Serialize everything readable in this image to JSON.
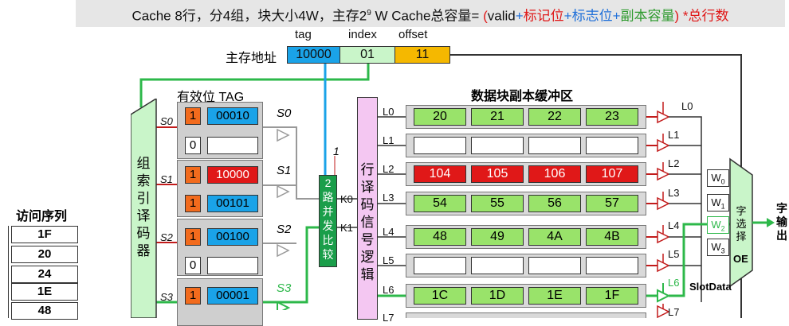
{
  "title": {
    "prefix": "Cache 8行，分4组，块大小4W，主存2",
    "exp": "9",
    "after_exp": " W    Cache总容量=  ",
    "lparen": "(",
    "valid": "valid",
    "plus1": "+",
    "mark": "标记位",
    "plus2": "+标志位+",
    "copy": "副本容量",
    "rparen": ")",
    "tail": " *总行数"
  },
  "address": {
    "label": "主存地址",
    "fields": [
      {
        "name": "tag",
        "value": "10000",
        "color": "#1aa3e8"
      },
      {
        "name": "index",
        "value": "01",
        "color": "#c9f5c9"
      },
      {
        "name": "offset",
        "value": "11",
        "color": "#f5b800"
      }
    ]
  },
  "tag_header": "有效位  TAG",
  "group_decoder": [
    "组",
    "索",
    "引",
    "译",
    "码",
    "器"
  ],
  "sets": [
    {
      "label": "S0",
      "sel": "S0",
      "lines": [
        {
          "valid": "1",
          "tag": "00010",
          "tag_color": "#1aa3e8"
        },
        {
          "valid": "0",
          "tag": "",
          "tag_color": "#ffffff"
        }
      ]
    },
    {
      "label": "S1",
      "sel": "S1",
      "lines": [
        {
          "valid": "1",
          "tag": "10000",
          "tag_color": "#e01818"
        },
        {
          "valid": "1",
          "tag": "00101",
          "tag_color": "#1aa3e8"
        }
      ]
    },
    {
      "label": "S2",
      "sel": "S2",
      "lines": [
        {
          "valid": "1",
          "tag": "00100",
          "tag_color": "#1aa3e8"
        },
        {
          "valid": "0",
          "tag": "",
          "tag_color": "#ffffff"
        }
      ]
    },
    {
      "label": "S3",
      "sel": "S3",
      "lines": [
        {
          "valid": "1",
          "tag": "00001",
          "tag_color": "#1aa3e8"
        },
        {
          "valid": "",
          "tag": "",
          "tag_color": "#ffffff"
        }
      ]
    }
  ],
  "comparator": {
    "label_chars": [
      "2",
      "路",
      "并",
      "发",
      "比",
      "较"
    ],
    "k0": "K0",
    "k1": "K1",
    "result": "1"
  },
  "row_decoder": [
    "行",
    "译",
    "码",
    "信",
    "号",
    "逻",
    "辑"
  ],
  "buffer_title": "数据块副本缓冲区",
  "rows": [
    {
      "line": "L0",
      "cells": [
        "20",
        "21",
        "22",
        "23"
      ],
      "color": "#99e36a",
      "text_color": "#111"
    },
    {
      "line": "L1",
      "cells": [
        "",
        "",
        "",
        ""
      ],
      "color": "#ffffff",
      "text_color": "#111"
    },
    {
      "line": "L2",
      "cells": [
        "104",
        "105",
        "106",
        "107"
      ],
      "color": "#e01818",
      "text_color": "#ffffff"
    },
    {
      "line": "L3",
      "cells": [
        "54",
        "55",
        "56",
        "57"
      ],
      "color": "#99e36a",
      "text_color": "#111"
    },
    {
      "line": "L4",
      "cells": [
        "48",
        "49",
        "4A",
        "4B"
      ],
      "color": "#99e36a",
      "text_color": "#111"
    },
    {
      "line": "L5",
      "cells": [
        "",
        "",
        "",
        ""
      ],
      "color": "#ffffff",
      "text_color": "#111"
    },
    {
      "line": "L6",
      "cells": [
        "1C",
        "1D",
        "1E",
        "1F"
      ],
      "color": "#99e36a",
      "text_color": "#111"
    },
    {
      "line": "L7",
      "cells": [
        "",
        "",
        "",
        ""
      ],
      "color": "#ffffff",
      "text_color": "#111"
    }
  ],
  "mux": {
    "inputs": [
      "W",
      "W",
      "W",
      "W"
    ],
    "subs": [
      "0",
      "1",
      "2",
      "3"
    ],
    "chars": [
      "字",
      "选",
      "择"
    ],
    "oe": "OE"
  },
  "slotdata": "SlotData",
  "output_label": [
    "字",
    "输",
    "出"
  ],
  "sequence": {
    "title": "访问序列",
    "items": [
      "1F",
      "20",
      "24",
      "1E",
      "48"
    ]
  }
}
